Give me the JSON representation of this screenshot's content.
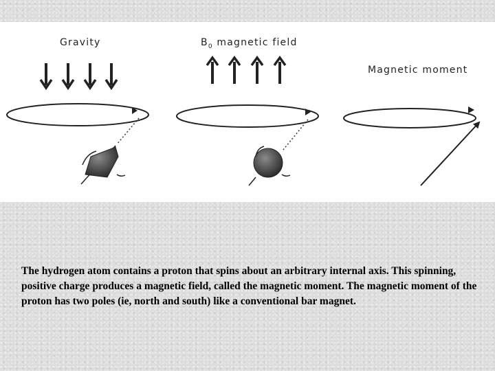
{
  "figure": {
    "panels": [
      {
        "label_prefix": "",
        "label_sub": "",
        "label": "Gravity"
      },
      {
        "label_prefix": "B",
        "label_sub": "0",
        "label": " magnetic field"
      },
      {
        "label_prefix": "",
        "label_sub": "",
        "label": "Magnetic moment"
      }
    ]
  },
  "caption": "The hydrogen atom contains a proton that spins about an arbitrary internal axis. This spinning, positive charge produces a magnetic field, called the magnetic moment. The magnetic moment of the proton has two poles (ie, north and south) like a conventional bar magnet."
}
